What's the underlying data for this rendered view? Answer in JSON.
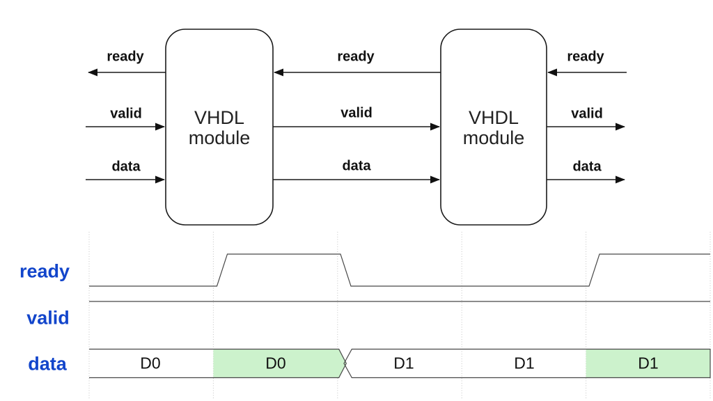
{
  "block_diagram": {
    "module_label_line1": "VHDL",
    "module_label_line2": "module",
    "signal_names": [
      "ready",
      "valid",
      "data"
    ],
    "connections": {
      "ready_direction": "right-to-left",
      "valid_direction": "left-to-right",
      "data_direction": "left-to-right"
    }
  },
  "waveform": {
    "signal_labels": [
      "ready",
      "valid",
      "data"
    ],
    "num_periods": 5,
    "signals": [
      {
        "name": "ready",
        "levels_per_period": [
          0,
          1,
          0,
          0,
          1
        ]
      },
      {
        "name": "valid",
        "levels_per_period": [
          1,
          1,
          1,
          1,
          1
        ]
      },
      {
        "name": "data",
        "periods": [
          {
            "label": "D0",
            "highlight": false
          },
          {
            "label": "D0",
            "highlight": true
          },
          {
            "label": "D1",
            "highlight": false
          },
          {
            "label": "D1",
            "highlight": false
          },
          {
            "label": "D1",
            "highlight": true
          }
        ]
      }
    ]
  },
  "colors": {
    "highlight_green": "#ccf2cc",
    "wave_label_blue": "#1245cb",
    "diagram_line": "#1a1a1a",
    "wave_line": "#474747",
    "grid_gray": "#c4c4c4"
  }
}
